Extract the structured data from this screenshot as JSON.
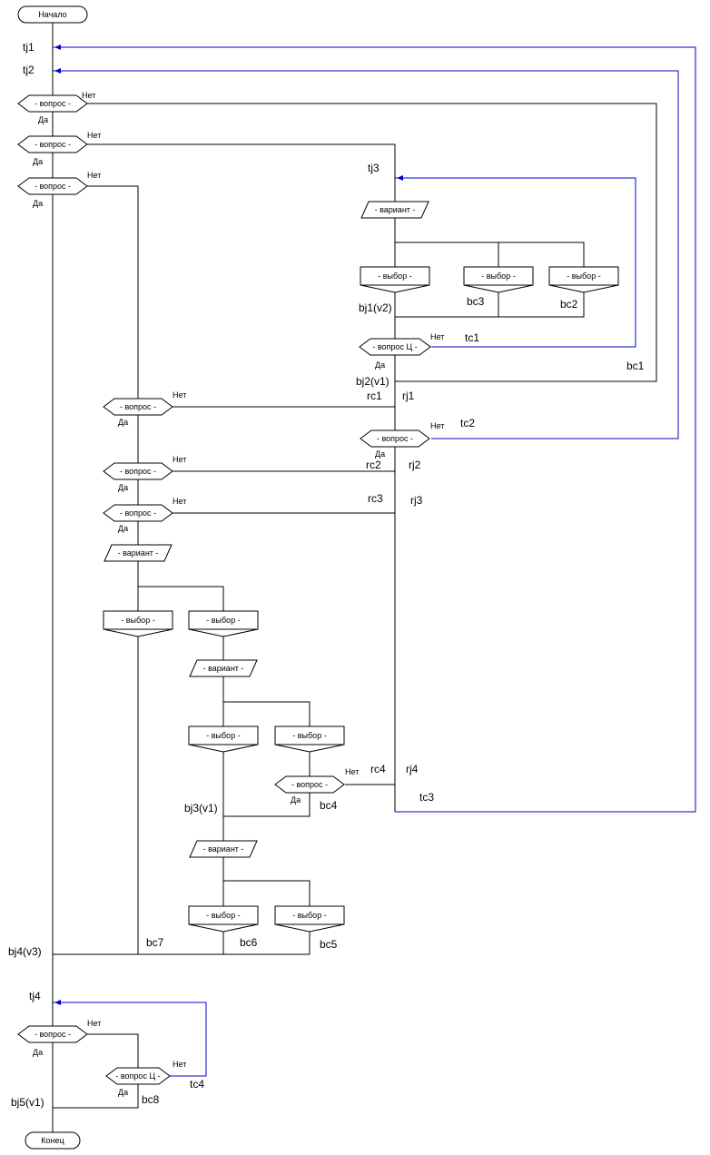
{
  "diagram": {
    "type": "flowchart",
    "colors": {
      "line": "#000000",
      "loop_back": "#0000cc",
      "background": "#ffffff"
    },
    "terminals": [
      {
        "id": "start",
        "label": "Начало"
      },
      {
        "id": "end",
        "label": "Конец"
      }
    ],
    "question_label": "- вопрос -",
    "loop_question_label": "- вопрос Ц -",
    "variant_label": "- вариант -",
    "choice_label": "- выбор -",
    "yes_label": "Да",
    "no_label": "Нет",
    "nodes": [
      {
        "id": "q1",
        "kind": "question",
        "text": "- вопрос -"
      },
      {
        "id": "q2",
        "kind": "question",
        "text": "- вопрос -"
      },
      {
        "id": "q3",
        "kind": "question",
        "text": "- вопрос -"
      },
      {
        "id": "v1",
        "kind": "variant",
        "text": "- вариант -"
      },
      {
        "id": "c1",
        "kind": "choice",
        "text": "- выбор -"
      },
      {
        "id": "c2",
        "kind": "choice",
        "text": "- выбор -"
      },
      {
        "id": "c3",
        "kind": "choice",
        "text": "- выбор -"
      },
      {
        "id": "qc1",
        "kind": "question",
        "text": "- вопрос Ц -"
      },
      {
        "id": "q4",
        "kind": "question",
        "text": "- вопрос -"
      },
      {
        "id": "q5",
        "kind": "question",
        "text": "- вопрос -"
      },
      {
        "id": "q6",
        "kind": "question",
        "text": "- вопрос -"
      },
      {
        "id": "q7",
        "kind": "question",
        "text": "- вопрос -"
      },
      {
        "id": "v2",
        "kind": "variant",
        "text": "- вариант -"
      },
      {
        "id": "c4",
        "kind": "choice",
        "text": "- выбор -"
      },
      {
        "id": "c5",
        "kind": "choice",
        "text": "- выбор -"
      },
      {
        "id": "v3",
        "kind": "variant",
        "text": "- вариант -"
      },
      {
        "id": "c6",
        "kind": "choice",
        "text": "- выбор -"
      },
      {
        "id": "c7",
        "kind": "choice",
        "text": "- выбор -"
      },
      {
        "id": "q8",
        "kind": "question",
        "text": "- вопрос -"
      },
      {
        "id": "v4",
        "kind": "variant",
        "text": "- вариант -"
      },
      {
        "id": "c8",
        "kind": "choice",
        "text": "- выбор -"
      },
      {
        "id": "c9",
        "kind": "choice",
        "text": "- выбор -"
      },
      {
        "id": "q9",
        "kind": "question",
        "text": "- вопрос -"
      },
      {
        "id": "qc2",
        "kind": "question",
        "text": "- вопрос Ц -"
      }
    ],
    "tags": [
      "tj1",
      "tj2",
      "tj3",
      "tj4",
      "bj1(v2)",
      "bj2(v1)",
      "bj3(v1)",
      "bj4(v3)",
      "bj5(v1)",
      "bc1",
      "bc2",
      "bc3",
      "bc4",
      "bc5",
      "bc6",
      "bc7",
      "bc8",
      "tc1",
      "tc2",
      "tc3",
      "tc4",
      "rc1",
      "rc2",
      "rc3",
      "rc4",
      "rj1",
      "rj2",
      "rj3",
      "rj4"
    ]
  }
}
